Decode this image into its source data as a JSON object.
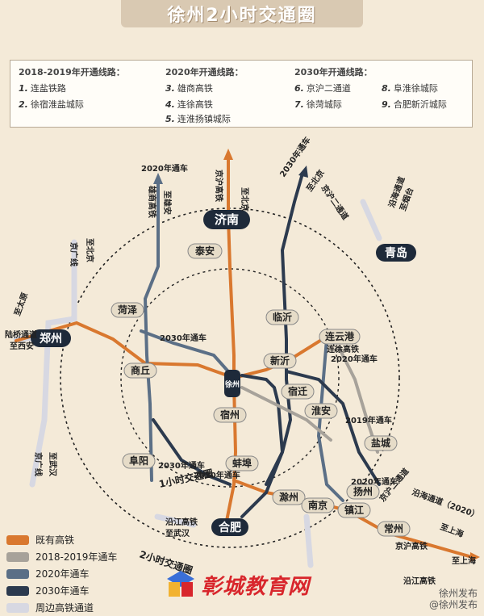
{
  "title": "徐州2小时交通圈",
  "groups": [
    {
      "title": "2018-2019年开通线路：",
      "items": [
        {
          "num": "1.",
          "name": "连盐铁路"
        },
        {
          "num": "2.",
          "name": "徐宿淮盐城际"
        }
      ]
    },
    {
      "title": "2020年开通线路：",
      "items": [
        {
          "num": "3.",
          "name": "雄商高铁"
        },
        {
          "num": "4.",
          "name": "连徐高铁"
        },
        {
          "num": "5.",
          "name": "连淮扬镇城际"
        }
      ]
    },
    {
      "title": "2030年开通线路：",
      "items": [
        {
          "num": "6.",
          "name": "京沪二通道"
        },
        {
          "num": "7.",
          "name": "徐菏城际"
        },
        {
          "num": "8.",
          "name": "阜淮徐城际"
        },
        {
          "num": "9.",
          "name": "合肥新沂城际"
        }
      ]
    }
  ],
  "cities": [
    {
      "id": "jinan",
      "label": "济南"
    },
    {
      "id": "zhengzhou",
      "label": "郑州"
    },
    {
      "id": "qingdao",
      "label": "青岛"
    },
    {
      "id": "hefei",
      "label": "合肥"
    },
    {
      "id": "xuzhou",
      "label": "徐州"
    }
  ],
  "stations": [
    {
      "id": "taian",
      "label": "泰安"
    },
    {
      "id": "heze",
      "label": "菏泽"
    },
    {
      "id": "linyi",
      "label": "临沂"
    },
    {
      "id": "lianyungang",
      "label": "连云港"
    },
    {
      "id": "xinyi",
      "label": "新沂"
    },
    {
      "id": "shangqiu",
      "label": "商丘"
    },
    {
      "id": "suqian",
      "label": "宿迁"
    },
    {
      "id": "suzhou",
      "label": "宿州"
    },
    {
      "id": "huaian",
      "label": "淮安"
    },
    {
      "id": "yancheng",
      "label": "盐城"
    },
    {
      "id": "fuyang",
      "label": "阜阳"
    },
    {
      "id": "bengbu",
      "label": "蚌埠"
    },
    {
      "id": "chuzhou",
      "label": "滁州"
    },
    {
      "id": "nanjing",
      "label": "南京"
    },
    {
      "id": "zhenjiang",
      "label": "镇江"
    },
    {
      "id": "yangzhou",
      "label": "扬州"
    },
    {
      "id": "changzhou",
      "label": "常州"
    }
  ],
  "labels": {
    "yr2020_top": "2020年通车",
    "to_beijing": "至北京",
    "jinghu_gaotie": "京沪高铁",
    "xiongshang": "雄商高铁",
    "to_xiongan": "至雄安",
    "jingguang": "京广线",
    "to_beijing_left": "至北京",
    "yr2030_top": "2030年通车",
    "to_beijing_right": "至北京",
    "jinghu_second": "京沪二通道",
    "yanhai": "沿海通道",
    "yanhai_to": "至烟台",
    "ring1": "1小时交通圈",
    "ring2": "2小时交通圈",
    "yr2020_west": "2030年通车",
    "yr2020_south": "2020年通车",
    "yr2019_east": "2019年通车",
    "yr2020_east": "2020年通车",
    "yr2030_sw": "2030年通车",
    "yr2020_se": "2020年通车",
    "lianxu": "连徐高铁",
    "yanhai_2020": "沿海通道（2020）",
    "to_shanghai": "至上海",
    "jinghu_gaotie_se": "京沪高铁",
    "to_shanghai2": "至上海",
    "yanjiang": "沿江高铁",
    "yanjiang_w": "沿江高铁",
    "to_wuhan": "至武汉",
    "longhai": "陆桥通道",
    "to_xian": "至西安",
    "to_taiyuan": "至太原",
    "jingguang2": "京广线",
    "to_wuhan2": "至武汉",
    "jinghu_2nd_se": "京沪二通道"
  },
  "legend": [
    {
      "label": "既有高铁",
      "color": "#d9782f"
    },
    {
      "label": "2018-2019年通车",
      "color": "#a7a29a"
    },
    {
      "label": "2020年通车",
      "color": "#5b6f86"
    },
    {
      "label": "2030年通车",
      "color": "#2c3a4e"
    },
    {
      "label": "周边高铁通道",
      "color": "#d7d8e2"
    }
  ],
  "watermark": "彰城教育网",
  "weibo": {
    "handle": "徐州发布",
    "sub": "@徐州发布"
  }
}
